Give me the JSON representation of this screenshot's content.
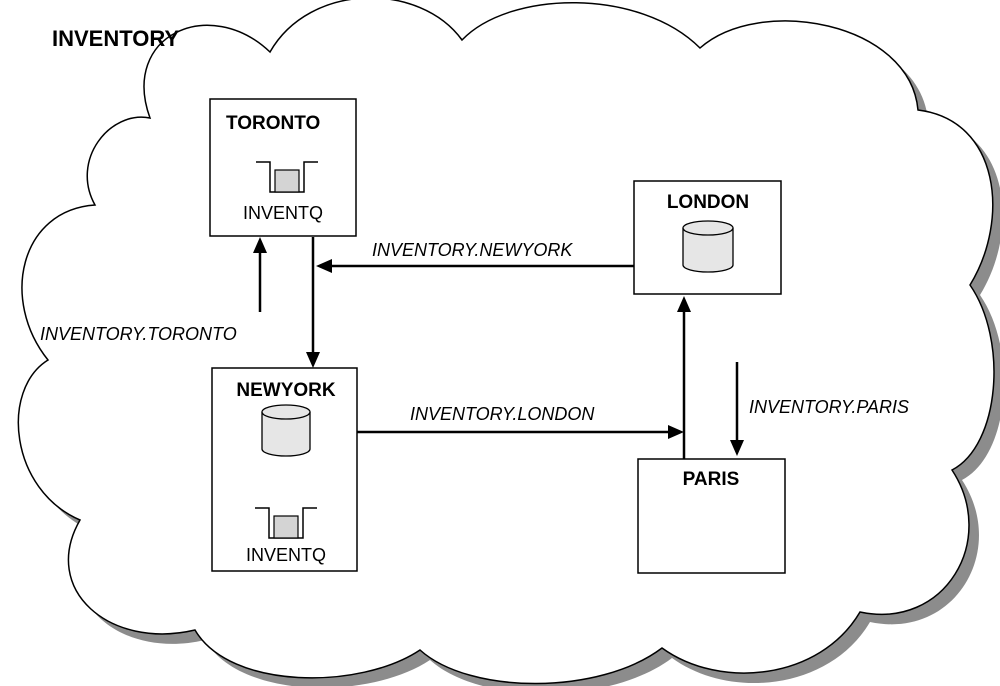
{
  "cluster": {
    "title": "INVENTORY"
  },
  "queue_managers": {
    "toronto": {
      "name": "TORONTO",
      "queue": "INVENTQ"
    },
    "london": {
      "name": "LONDON"
    },
    "newyork": {
      "name": "NEWYORK",
      "queue": "INVENTQ"
    },
    "paris": {
      "name": "PARIS"
    }
  },
  "channels": {
    "to_newyork": "INVENTORY.NEWYORK",
    "to_toronto": "INVENTORY.TORONTO",
    "to_london": "INVENTORY.LONDON",
    "to_paris": "INVENTORY.PARIS"
  },
  "colors": {
    "cloud_fill": "#ffffff",
    "cloud_shadow": "#8c8c8c",
    "outline": "#000000",
    "queue_fill": "#d4d4d4",
    "db_fill": "#e6e6e6"
  }
}
